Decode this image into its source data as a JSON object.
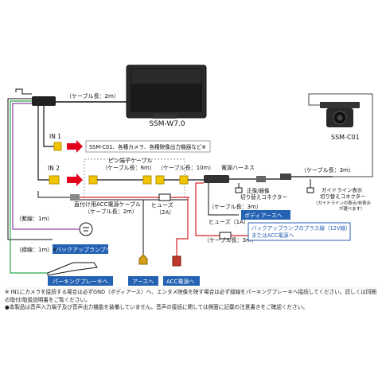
{
  "monitor": {
    "model": "SSM-W7.0",
    "cable_len": "（ケーブル長：2m）"
  },
  "camera": {
    "model": "SSM-C01",
    "cable_len": "（ケーブル長：3m）"
  },
  "inputs": {
    "in1": {
      "label": "IN 1",
      "target": "SSM-C01、各種カメラ、各種映像出力機器など※"
    },
    "in2": {
      "label": "IN 2"
    }
  },
  "pin_cable": {
    "name": "ピン端子ケーブル",
    "len": "（ケーブル長：6m）"
  },
  "ext_cable": {
    "len": "（ケーブル長：10m）"
  },
  "harness": {
    "name": "電源ハーネス",
    "conn_line1": "正像/鏡像",
    "conn_line2": "切り替えコネクター",
    "len": "（ケーブル長：3m）",
    "body_earth": "ボディアースへ"
  },
  "guide": {
    "line1": "ガイドライン表示",
    "line2": "切り替えコネクター",
    "note": "（ガイドラインの表示/非表示",
    "note2": "が選べます）"
  },
  "fuse1a": {
    "label": "ヒューズ（1A）",
    "len": "（ケーブル長：3m）"
  },
  "backup_plus": {
    "line1": "バックアップランプのプラス線（12V線）",
    "line2": "またはACC電源へ"
  },
  "acc_cable": {
    "line1": "直付け用ACC電源ケーブル",
    "line2": "（ケーブル長：2m）"
  },
  "fuse2a": {
    "line1": "ヒューズ",
    "line2": "（2A）"
  },
  "wires": {
    "purple": "（紫線：1m）",
    "green": "（緑線：1m）※",
    "backup_lamp": "バックアップランプへ",
    "parking": "パーキングブレーキへ",
    "earth": "アースへ",
    "acc": "ACC電源へ"
  },
  "notes": [
    "※ IN1にカメラを接続する場合は必ずGND（ボディアース）へ、エンタメ映像を映す場合は必ず緑線をパーキングブレーキへ接続してください。詳しくは同梱の取付/取扱説明書をご覧ください。",
    "●本製品は音声入力端子及び音声出力機能を装備していません。音声の接続に関しては側面に記載の注意書きをご確認ください。"
  ],
  "colors": {
    "red_arrow": "#e3001b",
    "blue_label": "#2462b3",
    "purple_wire": "#8e44ad",
    "green_wire": "#27a843",
    "red_wire": "#d8232a",
    "yellow_plug": "#f2c500"
  }
}
